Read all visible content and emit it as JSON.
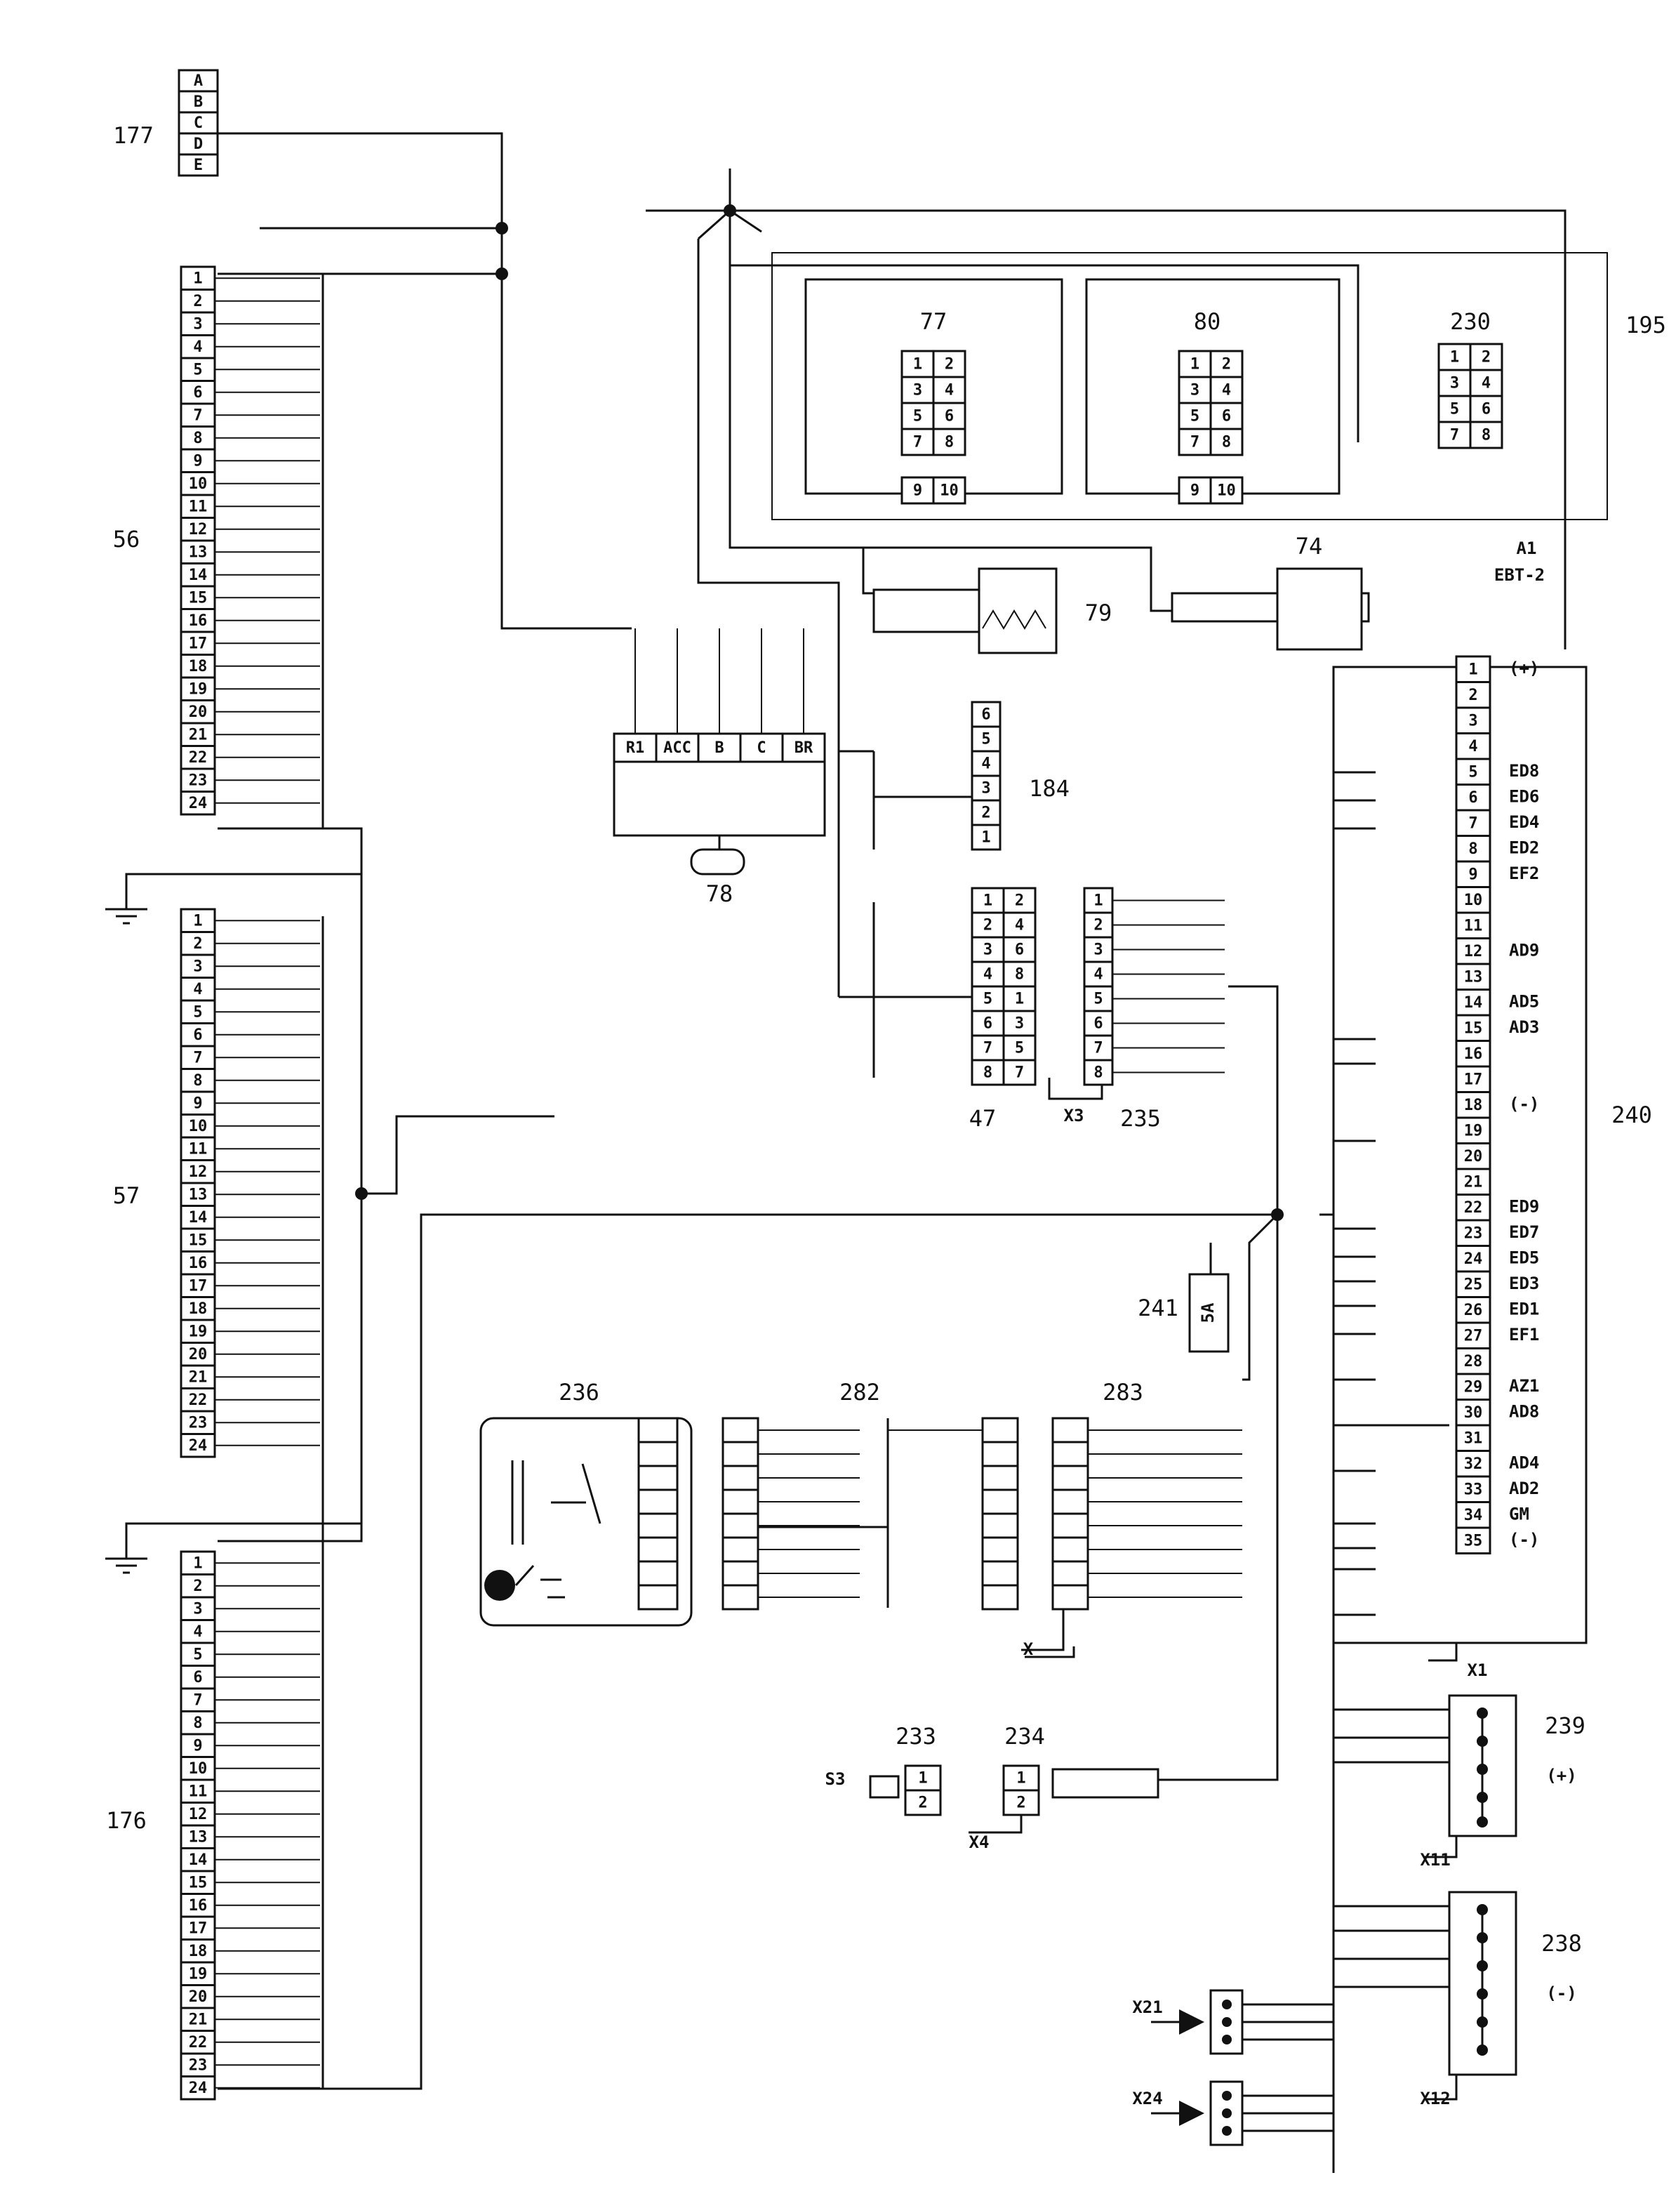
{
  "components": {
    "c177": "177",
    "c56": "56",
    "c57": "57",
    "c176": "176",
    "c77": "77",
    "c80": "80",
    "c230": "230",
    "c195": "195",
    "c74": "74",
    "c79": "79",
    "c78": "78",
    "c184": "184",
    "c47": "47",
    "c235": "235",
    "c240": "240",
    "c241": "241",
    "c236": "236",
    "c282": "282",
    "c283": "283",
    "c233": "233",
    "c234": "234",
    "c239": "239",
    "c238": "238"
  },
  "module": {
    "line1": "A1",
    "line2": "EBT-2"
  },
  "fuse_label": "5A",
  "plus_label": "(+)",
  "minus_label": "(-)",
  "connector_labels": {
    "x1": "X1",
    "x3": "X3",
    "x4": "X4",
    "x": "X",
    "x11": "X11",
    "x12": "X12",
    "x21": "X21",
    "x24": "X24",
    "s3": "S3"
  },
  "conn177_pins": [
    "A",
    "B",
    "C",
    "D",
    "E"
  ],
  "ign_pins": [
    "R1",
    "ACC",
    "B",
    "C",
    "BR"
  ],
  "conn184_pins": [
    "6",
    "5",
    "4",
    "3",
    "2",
    "1"
  ],
  "conn47_rows": [
    [
      "1",
      "2"
    ],
    [
      "2",
      "4"
    ],
    [
      "3",
      "6"
    ],
    [
      "4",
      "8"
    ],
    [
      "5",
      "1"
    ],
    [
      "6",
      "3"
    ],
    [
      "7",
      "5"
    ],
    [
      "8",
      "7"
    ]
  ],
  "conn235_pins": [
    "1",
    "2",
    "3",
    "4",
    "5",
    "6",
    "7",
    "8"
  ],
  "grid4": [
    [
      "1",
      "2"
    ],
    [
      "3",
      "4"
    ],
    [
      "5",
      "6"
    ],
    [
      "7",
      "8"
    ]
  ],
  "grid910": [
    "9",
    "10"
  ],
  "pins_1_24": [
    "1",
    "2",
    "3",
    "4",
    "5",
    "6",
    "7",
    "8",
    "9",
    "10",
    "11",
    "12",
    "13",
    "14",
    "15",
    "16",
    "17",
    "18",
    "19",
    "20",
    "21",
    "22",
    "23",
    "24"
  ],
  "pins_1_35": [
    "1",
    "2",
    "3",
    "4",
    "5",
    "6",
    "7",
    "8",
    "9",
    "10",
    "11",
    "12",
    "13",
    "14",
    "15",
    "16",
    "17",
    "18",
    "19",
    "20",
    "21",
    "22",
    "23",
    "24",
    "25",
    "26",
    "27",
    "28",
    "29",
    "30",
    "31",
    "32",
    "33",
    "34",
    "35"
  ],
  "pin_signals_240": {
    "1": "(+)",
    "5": "ED8",
    "6": "ED6",
    "7": "ED4",
    "8": "ED2",
    "9": "EF2",
    "12": "AD9",
    "14": "AD5",
    "15": "AD3",
    "18": "(-)",
    "22": "ED9",
    "23": "ED7",
    "24": "ED5",
    "25": "ED3",
    "26": "ED1",
    "27": "EF1",
    "29": "AZ1",
    "30": "AD8",
    "32": "AD4",
    "33": "AD2",
    "34": "GM",
    "35": "(-)"
  },
  "pins_12": [
    "1",
    "2"
  ]
}
